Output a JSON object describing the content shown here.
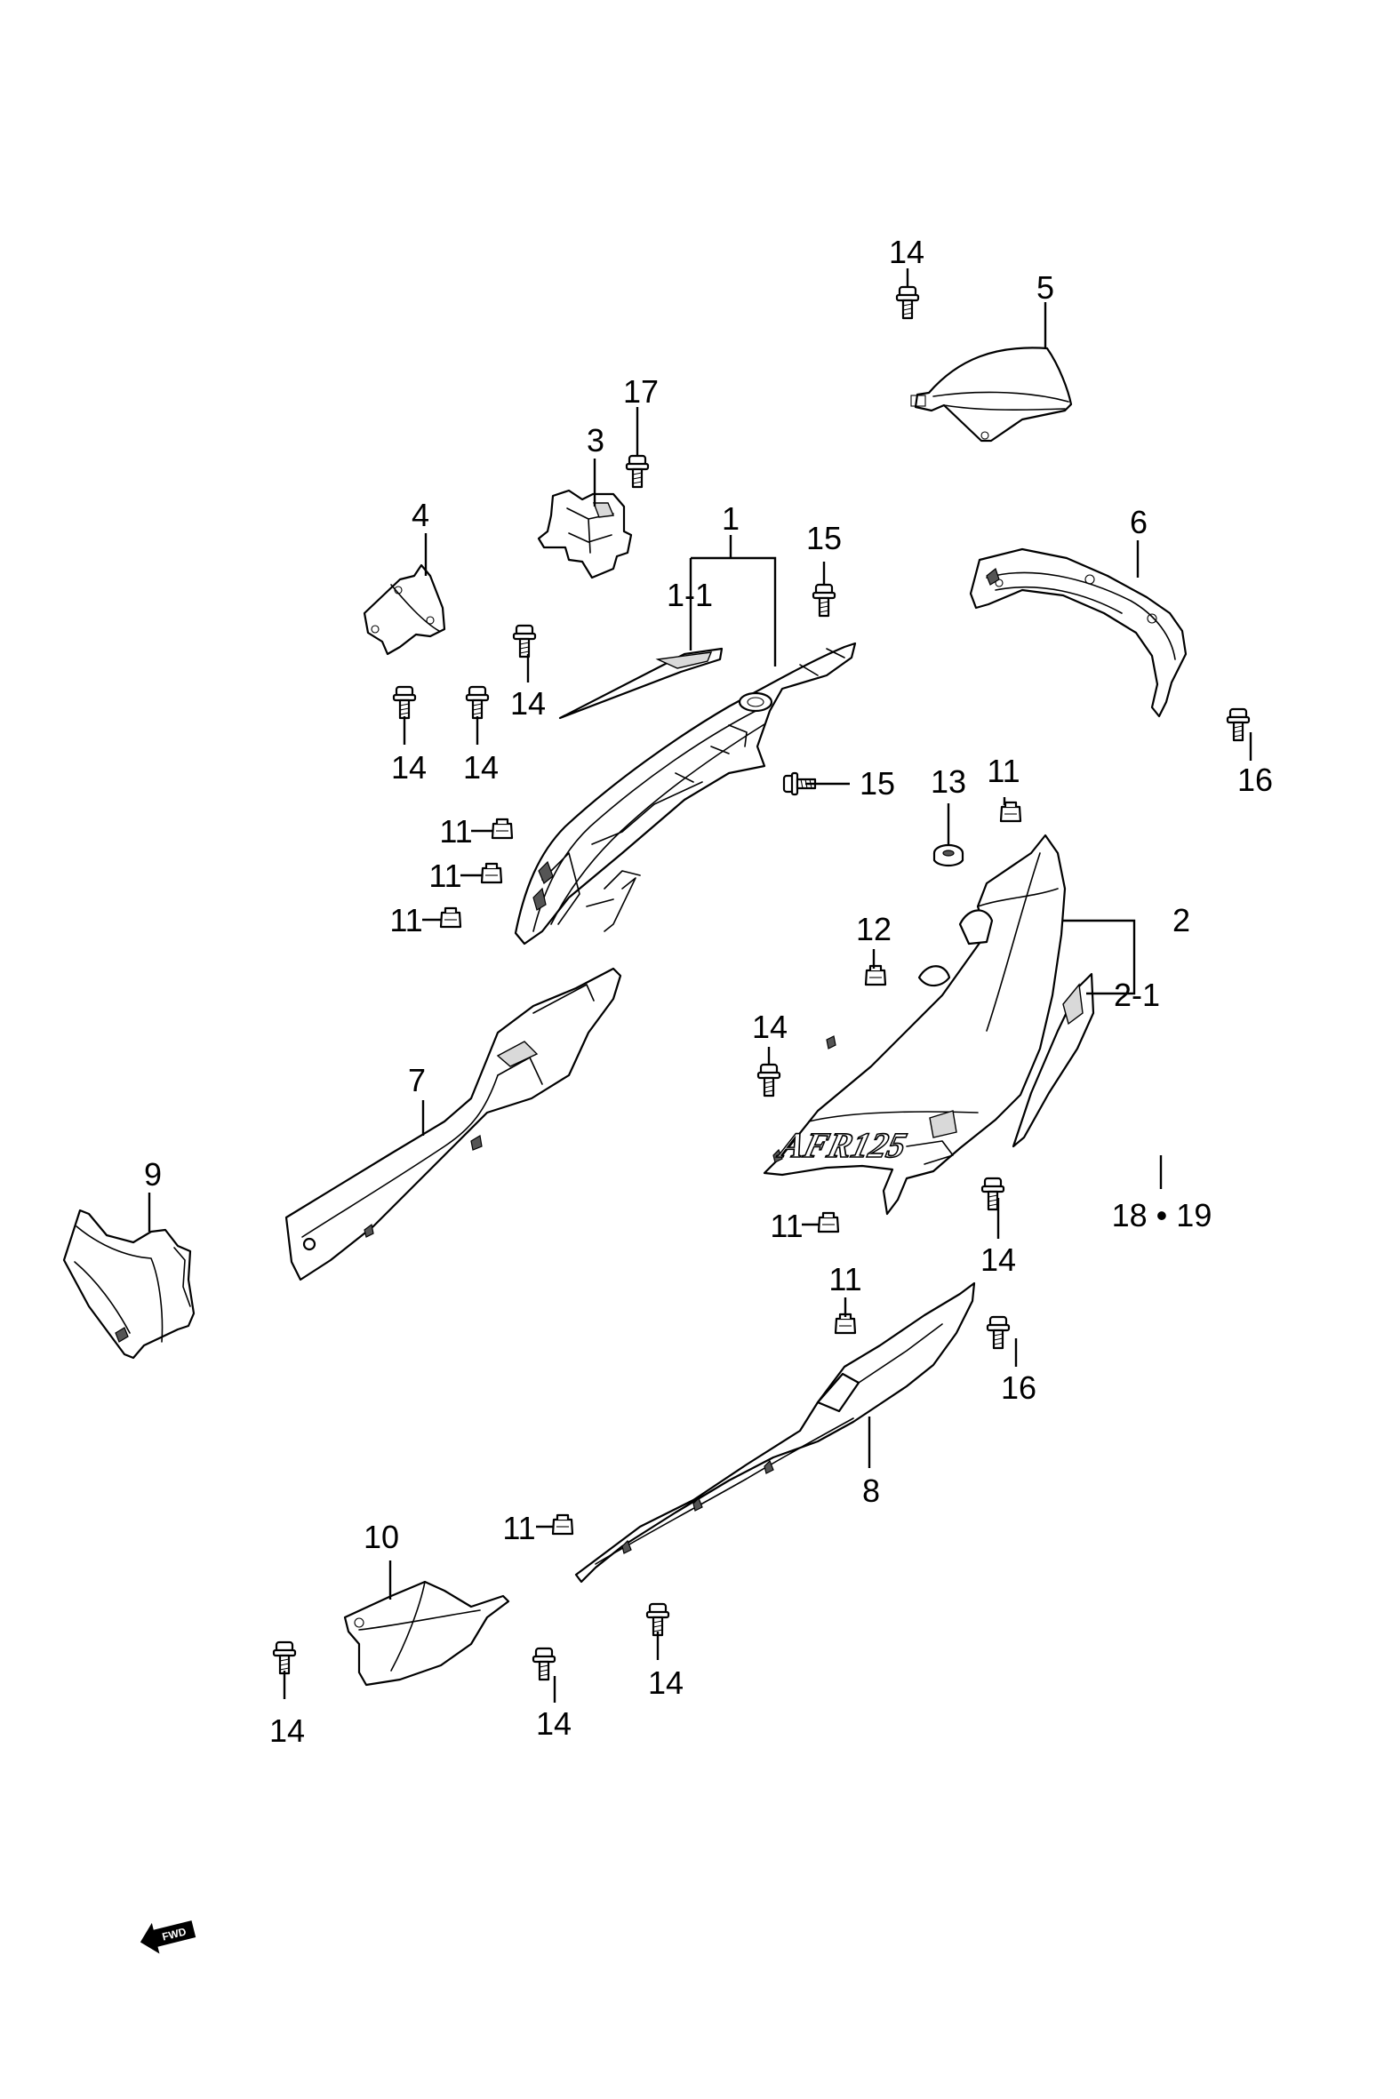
{
  "callouts": {
    "c1": "1",
    "c1_1": "1-1",
    "c2": "2",
    "c2_1": "2-1",
    "c3": "3",
    "c4": "4",
    "c5": "5",
    "c6": "6",
    "c7": "7",
    "c8": "8",
    "c9": "9",
    "c10": "10",
    "c12": "12",
    "c13": "13",
    "c17": "17",
    "c18_19": "18 • 19",
    "c11": "11",
    "c14": "14",
    "c15": "15",
    "c16": "16"
  },
  "emblem": {
    "text": "AFR125"
  },
  "direction": {
    "label": "FWD"
  },
  "colors": {
    "line": "#000000",
    "background": "#ffffff"
  }
}
